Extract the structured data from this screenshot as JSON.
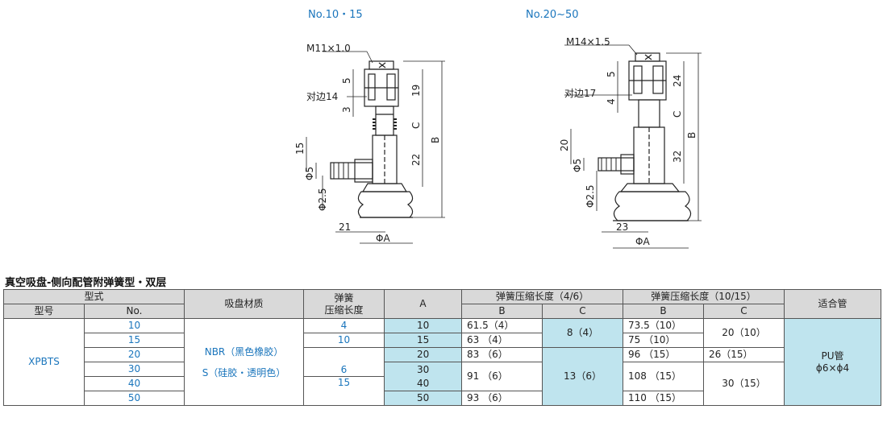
{
  "drawings": {
    "left": {
      "title": "No.10・15",
      "thread": "M11×1.0",
      "hex": "对边14",
      "d5": "5",
      "d3": "3",
      "d19": "19",
      "dC": "C",
      "dB": "B",
      "d22": "22",
      "d15": "15",
      "phi5": "Φ5",
      "phi25": "Φ2.5",
      "d21": "21",
      "phiA": "ΦA"
    },
    "right": {
      "title": "No.20~50",
      "thread": "M14×1.5",
      "hex": "对边17",
      "d5": "5",
      "d4": "4",
      "d24": "24",
      "dC": "C",
      "dB": "B",
      "d32": "32",
      "d20": "20",
      "phi5": "Φ5",
      "phi25": "Φ2.5",
      "d23": "23",
      "phiA": "ΦA"
    }
  },
  "table": {
    "title": "真空吸盘-侧向配管附弹簧型・双层",
    "headers": {
      "model_type": "型式",
      "model_no": "型号",
      "no": "No.",
      "material": "吸盘材质",
      "spring_line1": "弹簧",
      "spring_line2": "压缩长度",
      "a": "A",
      "group1": "弹簧压缩长度（4/6）",
      "group2": "弹簧压缩长度（10/15）",
      "b": "B",
      "c": "C",
      "tube": "适合管"
    },
    "model": "XPBTS",
    "nos": [
      "10",
      "15",
      "20",
      "30",
      "40",
      "50"
    ],
    "material_nbr": "NBR（黑色橡胶）",
    "material_s": "S（硅胶・透明色）",
    "spring": [
      "4",
      "10",
      "6",
      "15"
    ],
    "a_values": [
      "10",
      "15",
      "20",
      "30",
      "40",
      "50"
    ],
    "b1": [
      "61.5（4）",
      "63 （4）",
      "83 （6）",
      "91 （6）",
      "93 （6）"
    ],
    "c1": [
      "8（4）",
      "13（6）"
    ],
    "b2": [
      "73.5（10）",
      "75 （10）",
      "96 （15）",
      "108 （15）",
      "110 （15）"
    ],
    "c2": [
      "20（10）",
      "26（15）",
      "30（15）"
    ],
    "tube_line1": "PU管",
    "tube_line2": "ϕ6×ϕ4"
  }
}
